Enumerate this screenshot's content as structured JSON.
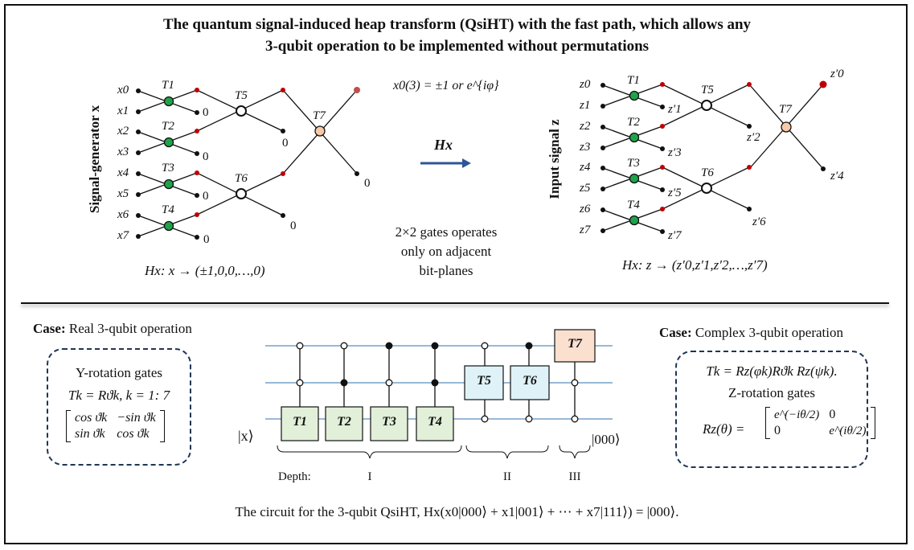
{
  "title": {
    "line1": "The quantum signal-induced heap transform (QsiHT) with the fast path, which allows any",
    "line2": "3-qubit operation to be implemented without permutations"
  },
  "left_graph": {
    "axis_label": "Signal-generator x",
    "inputs": [
      "x0",
      "x1",
      "x2",
      "x3",
      "x4",
      "x5",
      "x6",
      "x7"
    ],
    "gates": [
      "T1",
      "T2",
      "T3",
      "T4",
      "T5",
      "T6",
      "T7"
    ],
    "zero_label": "0",
    "caption": "Hx: x → (±1,0,0,…,0)"
  },
  "middle": {
    "note": "x0(3) = ±1 or e^{iφ}",
    "arrow_label": "Hx",
    "desc": [
      "2×2 gates operates",
      "only on adjacent",
      "bit-planes"
    ]
  },
  "right_graph": {
    "axis_label": "Input signal z",
    "inputs": [
      "z0",
      "z1",
      "z2",
      "z3",
      "z4",
      "z5",
      "z6",
      "z7"
    ],
    "outputs": [
      "z′0",
      "z′1",
      "z′2",
      "z′3",
      "z′4",
      "z′5",
      "z′6",
      "z′7"
    ],
    "caption": "Hx: z → (z′0,z′1,z′2,…,z′7)"
  },
  "case_real": {
    "heading": "Case:",
    "text": "Real 3-qubit operation",
    "box_title": "Y-rotation gates",
    "formula": "Tk = Rϑk, k = 1: 7",
    "matrix": [
      [
        "cos ϑk",
        "−sin ϑk"
      ],
      [
        "sin ϑk",
        "cos ϑk"
      ]
    ]
  },
  "case_complex": {
    "heading": "Case:",
    "text": "Complex 3-qubit operation",
    "formula": "Tk = Rz(φk)Rϑk Rz(ψk).",
    "box_title": "Z-rotation gates",
    "rz_label": "Rz(θ) =",
    "matrix": [
      [
        "e^(−iθ/2)",
        "0"
      ],
      [
        "0",
        "e^(iθ/2)"
      ]
    ]
  },
  "circuit": {
    "input_label": "|x⟩",
    "output_label": "|000⟩",
    "gates": [
      "T1",
      "T2",
      "T3",
      "T4",
      "T5",
      "T6",
      "T7"
    ],
    "depth_label": "Depth:",
    "depths": [
      "I",
      "II",
      "III"
    ],
    "caption": "The circuit for the 3-qubit QsiHT, Hx(x0|000⟩ + x1|001⟩ + ⋯ + x7|111⟩) = |000⟩."
  },
  "colors": {
    "green_node": "#1fa34a",
    "orange_node": "#f6c9a8",
    "red_dot": "#c00000",
    "gate_green": "#e2efd9",
    "gate_blue": "#dff2f7",
    "gate_orange": "#fbe0d0",
    "wire": "#5b8fbf",
    "arrow": "#2e5597"
  }
}
